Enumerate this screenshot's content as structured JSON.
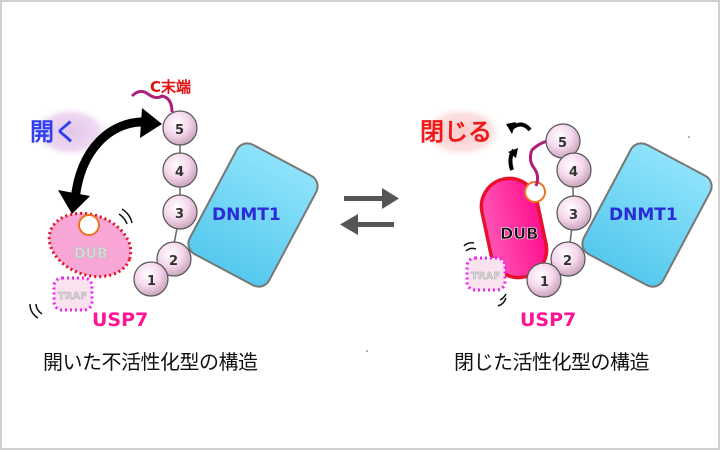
{
  "left_panel": {
    "c_terminus_label": "C末端",
    "action_label": "開く",
    "dub_label": "DUB",
    "traf_label": "TRAF",
    "usp7_label": "USP7",
    "dnmt1_label": "DNMT1",
    "ubl_domains": [
      "1",
      "2",
      "3",
      "4",
      "5"
    ],
    "caption": "開いた不活性化型の構造"
  },
  "right_panel": {
    "action_label": "閉じる",
    "dub_label": "DUB",
    "traf_label": "TRAF",
    "usp7_label": "USP7",
    "dnmt1_label": "DNMT1",
    "ubl_domains": [
      "1",
      "2",
      "3",
      "4",
      "5"
    ],
    "caption": "閉じた活性化型の構造"
  },
  "equilibrium_icon": "equilibrium-arrows-icon",
  "colors": {
    "ubl_fill": "#f6d8ec",
    "dnmt1_fill": "#66d4f5",
    "dnmt1_text": "#2b2bd8",
    "dub_open_fill": "#f7a6d6",
    "dub_closed_fill": "#ff1f9a",
    "dub_closed_border": "#e8102a",
    "traf_border": "#ee22ee",
    "usp7_text": "#ff1493",
    "open_text": "#2f3ef0",
    "close_text": "#f01818",
    "c_terminus_text": "#e01010",
    "tail": "#b0207a"
  }
}
